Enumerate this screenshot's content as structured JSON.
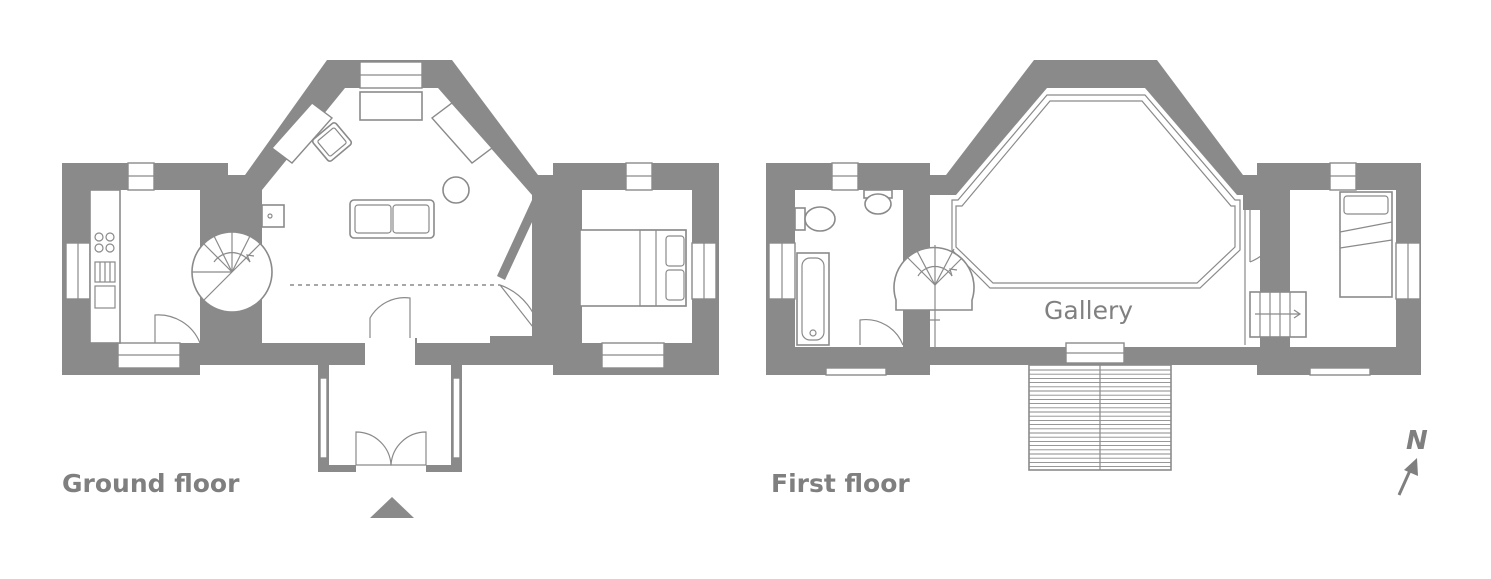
{
  "floors": {
    "ground": {
      "label": "Ground floor"
    },
    "first": {
      "label": "First floor"
    }
  },
  "rooms": {
    "gallery": "Gallery"
  },
  "compass": {
    "label": "N"
  },
  "colors": {
    "wall": "#8a8a8a",
    "text": "#7f7f7f",
    "background": "#ffffff"
  }
}
